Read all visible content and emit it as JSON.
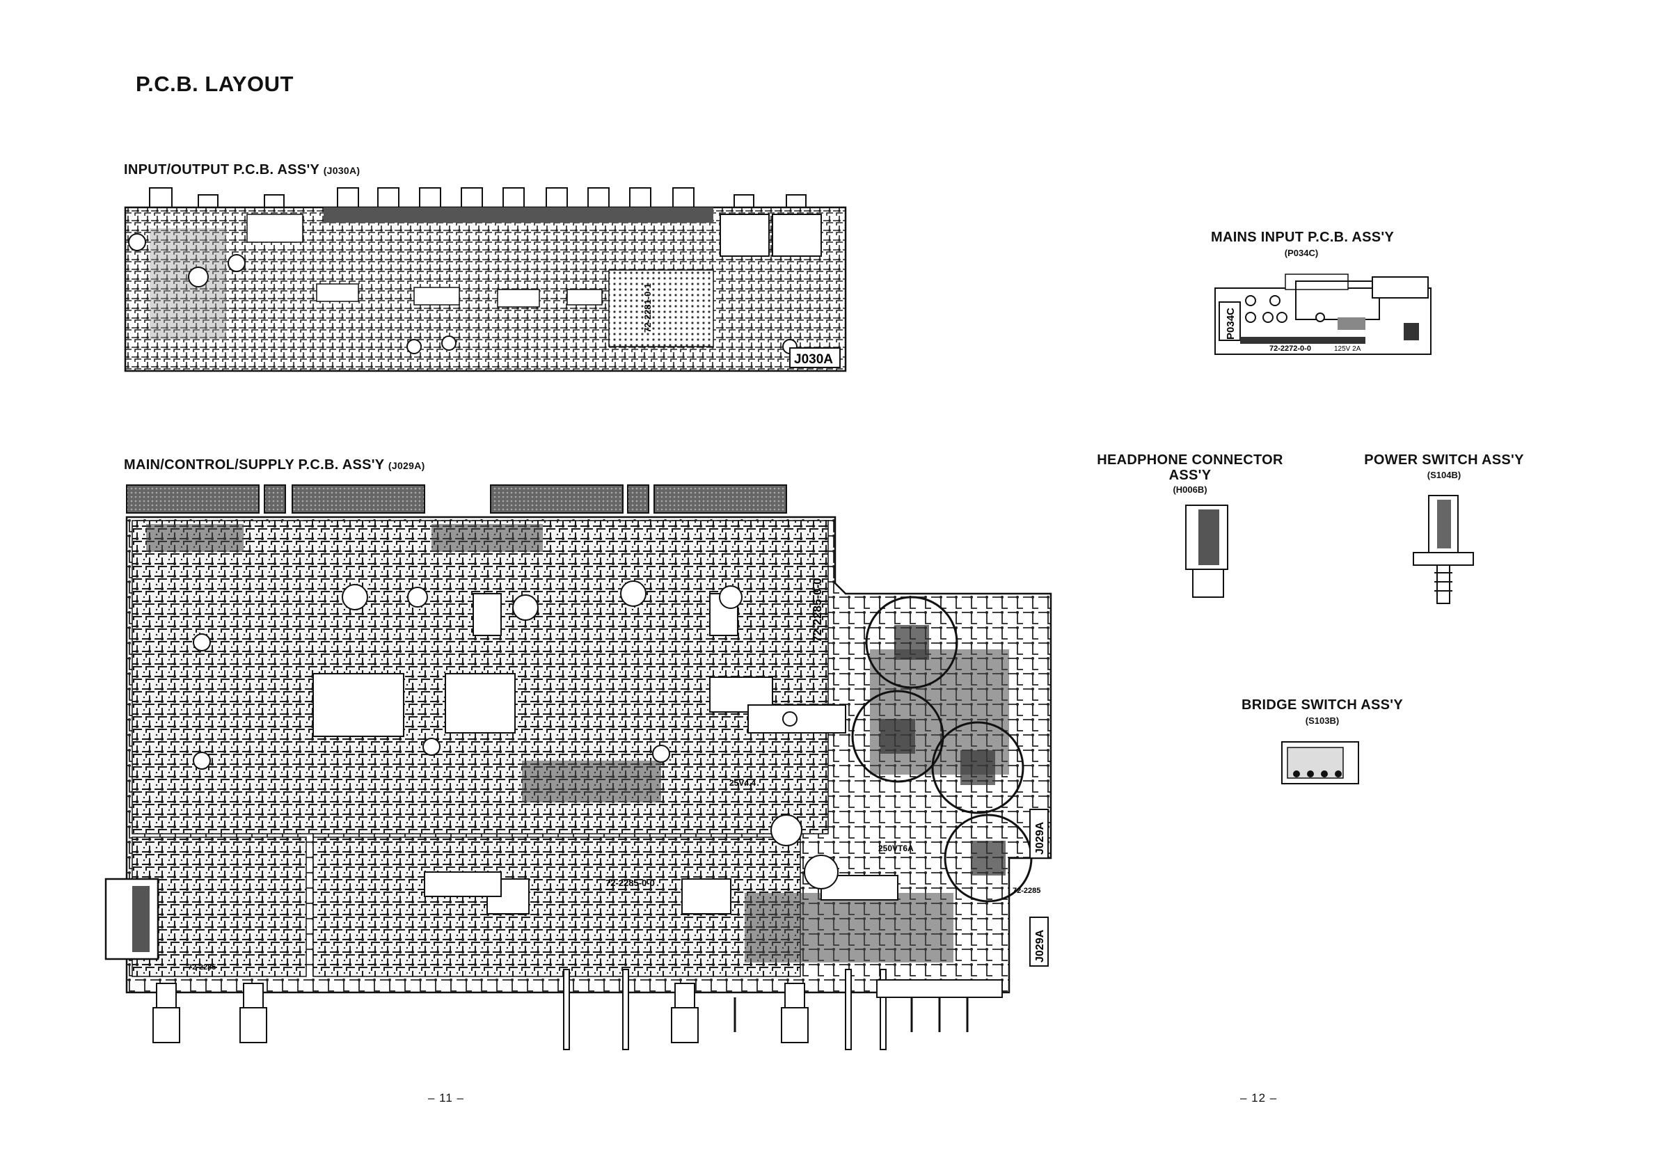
{
  "page": {
    "title": "P.C.B. LAYOUT",
    "page_left": "– 11 –",
    "page_right": "– 12 –"
  },
  "boards": {
    "input_output": {
      "title": "INPUT/OUTPUT P.C.B. ASS'Y",
      "code": "(J030A)",
      "label": "J030A",
      "part_no": "72-2281-0-1"
    },
    "main": {
      "title": "MAIN/CONTROL/SUPPLY P.C.B. ASS'Y",
      "code": "(J029A)",
      "label_a": "J029A",
      "label_b": "J029A",
      "part_no_a": "72-2285-0-0",
      "part_no_b": "72-2285-0-0",
      "part_no_c": "72-2285",
      "part_no_d": "72-2285",
      "cap_label": "25V4.4",
      "fuse_label": "250VT6A"
    },
    "mains_input": {
      "title": "MAINS INPUT P.C.B. ASS'Y",
      "code": "(P034C)",
      "label": "P034C",
      "part_no": "72-2272-0-0",
      "rating": "125V 2A"
    },
    "headphone": {
      "title_line1": "HEADPHONE CONNECTOR",
      "title_line2": "ASS'Y",
      "code": "(H006B)"
    },
    "power_switch": {
      "title": "POWER SWITCH  ASS'Y",
      "code": "(S104B)"
    },
    "bridge_switch": {
      "title": "BRIDGE SWITCH ASS'Y",
      "code": "(S103B)"
    }
  }
}
